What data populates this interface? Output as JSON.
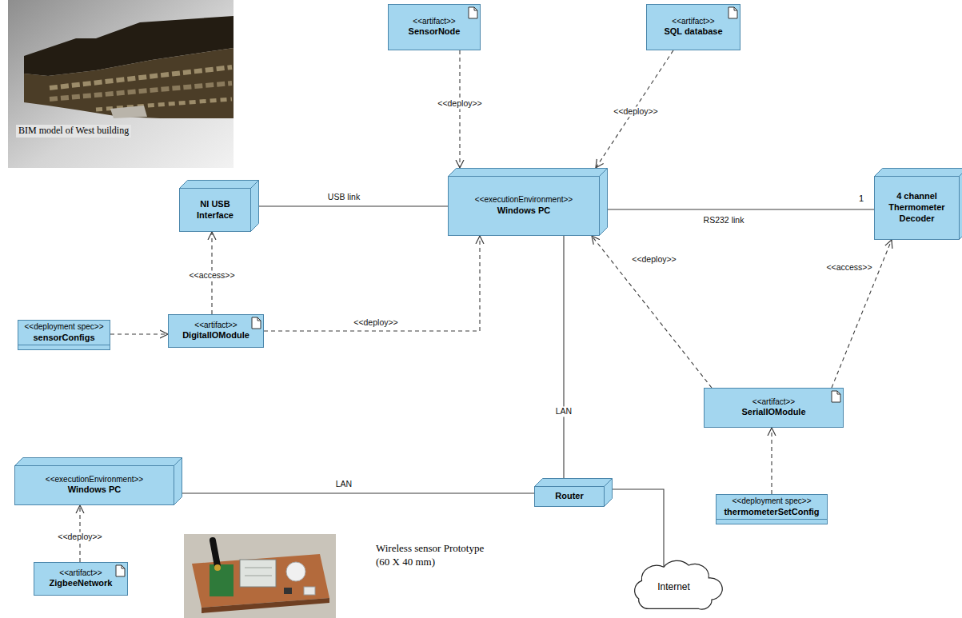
{
  "diagram": {
    "nodes": [
      {
        "text": [
          "<<artifact>>",
          "SensorNode"
        ]
      },
      {
        "text": [
          "<<artifact>>",
          "SQL database"
        ]
      },
      {
        "text": [
          "NI USB Interface"
        ]
      },
      {
        "text": [
          "<<executionEnvironment>>",
          "Windows PC"
        ]
      },
      {
        "text": [
          "4 channel Thermometer Decoder"
        ]
      },
      {
        "text": [
          "<<deployment spec>>",
          "sensorConfigs"
        ]
      },
      {
        "text": [
          "<<artifact>>",
          "DigitalIOModule"
        ]
      },
      {
        "text": [
          "<<artifact>>",
          "SerialIOModule"
        ]
      },
      {
        "text": [
          "<<executionEnvironment>>",
          "Windows PC"
        ]
      },
      {
        "text": [
          "Router"
        ]
      },
      {
        "text": [
          "<<deployment spec>>",
          "thermometerSetConfig"
        ]
      },
      {
        "text": [
          "<<artifact>>",
          "ZigbeeNetwork"
        ]
      },
      {
        "text": [
          "Internet"
        ]
      }
    ],
    "edges": [
      {
        "from": 0,
        "to": 3,
        "arrow": "to",
        "label": "<<deploy>>"
      },
      {
        "from": 1,
        "to": 3,
        "arrow": "to",
        "label": "<<deploy>>"
      },
      {
        "from": 2,
        "to": 3,
        "arrow": "none",
        "label": "USB link"
      },
      {
        "from": 3,
        "to": 4,
        "arrow": "none",
        "label": "RS232 link"
      },
      {
        "from": 6,
        "to": 2,
        "arrow": "to",
        "label": "<<access>>"
      },
      {
        "from": 6,
        "to": 3,
        "arrow": "to",
        "label": "<<deploy>>"
      },
      {
        "from": 5,
        "to": 6,
        "arrow": "to"
      },
      {
        "from": 7,
        "to": 3,
        "arrow": "to",
        "label": "<<deploy>>"
      },
      {
        "from": 7,
        "to": 4,
        "arrow": "to",
        "label": "<<access>>"
      },
      {
        "from": 10,
        "to": 7,
        "arrow": "to"
      },
      {
        "from": 3,
        "to": 9,
        "arrow": "none",
        "label": "LAN"
      },
      {
        "from": 8,
        "to": 9,
        "arrow": "none",
        "label": "LAN"
      },
      {
        "from": 9,
        "to": 12,
        "arrow": "none"
      },
      {
        "from": 11,
        "to": 8,
        "arrow": "to",
        "label": "<<deploy>>"
      }
    ],
    "labels": [
      "BIM model of West building",
      "Wireless sensor Prototype (60 X 40 mm)",
      "1"
    ]
  }
}
